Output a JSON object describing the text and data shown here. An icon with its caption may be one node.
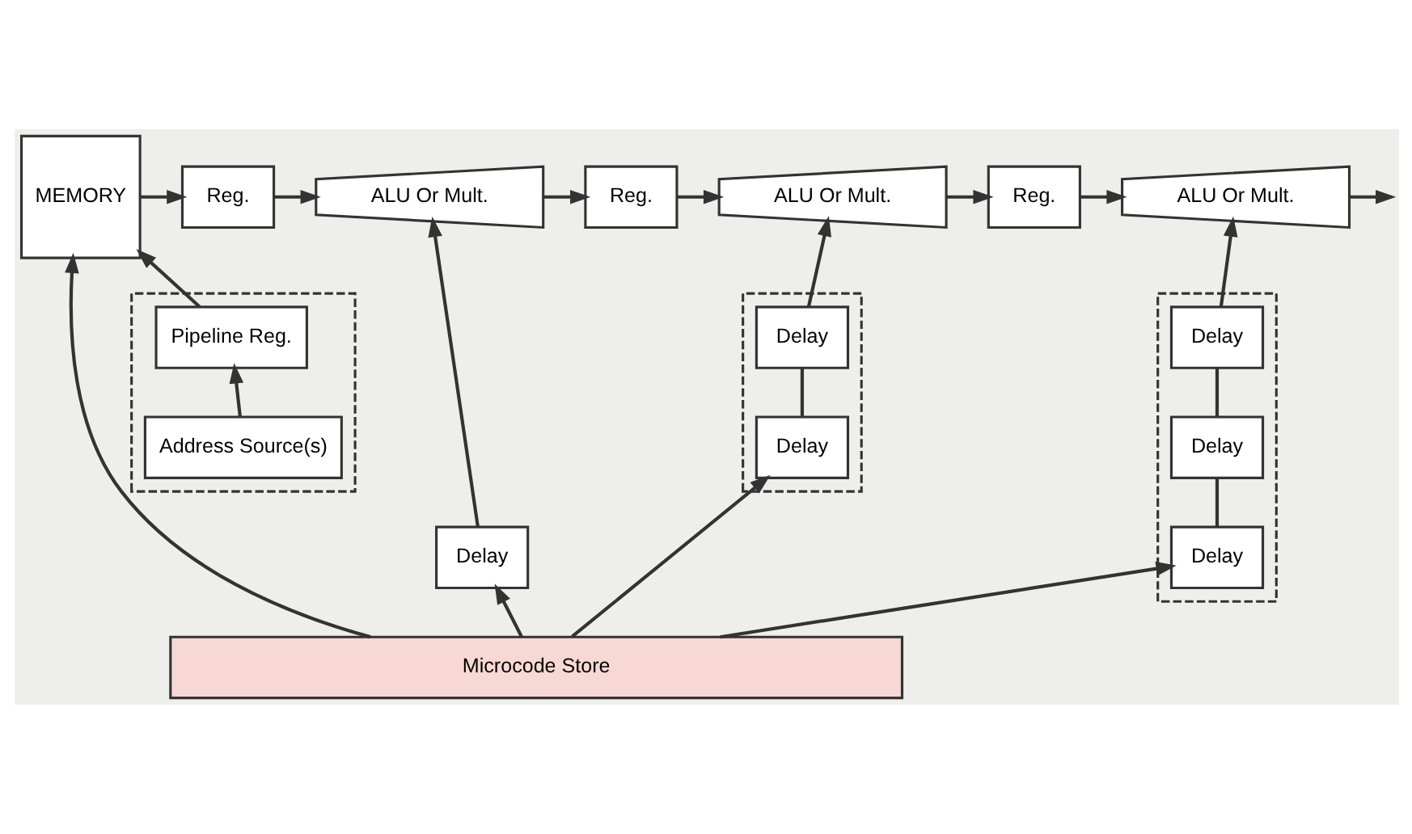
{
  "diagram": {
    "nodes": [
      {
        "text": [],
        "shape": "box"
      },
      {
        "text": [
          "Pipeline Reg."
        ],
        "in": 0
      },
      {
        "text": [
          "Address Source(s)"
        ],
        "in": 0
      },
      {
        "text": [
          "MEMORY"
        ]
      },
      {
        "text": [
          "Reg."
        ]
      },
      {
        "text": [
          "ALU Or Mult."
        ]
      },
      {
        "text": [
          "Reg."
        ]
      },
      {
        "text": [
          "ALU Or Mult."
        ]
      },
      {
        "text": [
          "Reg."
        ]
      },
      {
        "text": [
          "ALU Or Mult."
        ]
      },
      {
        "text": [
          "Delay"
        ]
      },
      {
        "text": [],
        "shape": "box"
      },
      {
        "text": [
          "Delay"
        ],
        "in": 11
      },
      {
        "text": [
          "Delay"
        ],
        "in": 11
      },
      {
        "text": [],
        "shape": "box"
      },
      {
        "text": [
          "Delay"
        ],
        "in": 14
      },
      {
        "text": [
          "Delay"
        ],
        "in": 14
      },
      {
        "text": [
          "Delay"
        ],
        "in": 14
      },
      {
        "text": [
          "Microcode Store"
        ]
      }
    ],
    "edges": [
      {
        "from": 2,
        "to": 1,
        "arrow": "to"
      },
      {
        "from": 1,
        "to": 3,
        "arrow": "to"
      },
      {
        "from": 3,
        "to": 4,
        "arrow": "to"
      },
      {
        "from": 4,
        "to": 5,
        "arrow": "to"
      },
      {
        "from": 5,
        "to": 6,
        "arrow": "to"
      },
      {
        "from": 6,
        "to": 7,
        "arrow": "to"
      },
      {
        "from": 7,
        "to": 8,
        "arrow": "to"
      },
      {
        "from": 8,
        "to": 9,
        "arrow": "to"
      },
      {
        "from": 9,
        "to": null,
        "arrow": "to"
      },
      {
        "from": 18,
        "to": 3,
        "arrow": "to"
      },
      {
        "from": 18,
        "to": 10,
        "arrow": "to"
      },
      {
        "from": 10,
        "to": 5,
        "arrow": "to"
      },
      {
        "from": 18,
        "to": 13,
        "arrow": "to"
      },
      {
        "from": 13,
        "to": 12,
        "arrow": "none"
      },
      {
        "from": 12,
        "to": 7,
        "arrow": "to"
      },
      {
        "from": 18,
        "to": 17,
        "arrow": "to"
      },
      {
        "from": 17,
        "to": 16,
        "arrow": "none"
      },
      {
        "from": 16,
        "to": 15,
        "arrow": "none"
      },
      {
        "from": 15,
        "to": 9,
        "arrow": "to"
      }
    ]
  }
}
